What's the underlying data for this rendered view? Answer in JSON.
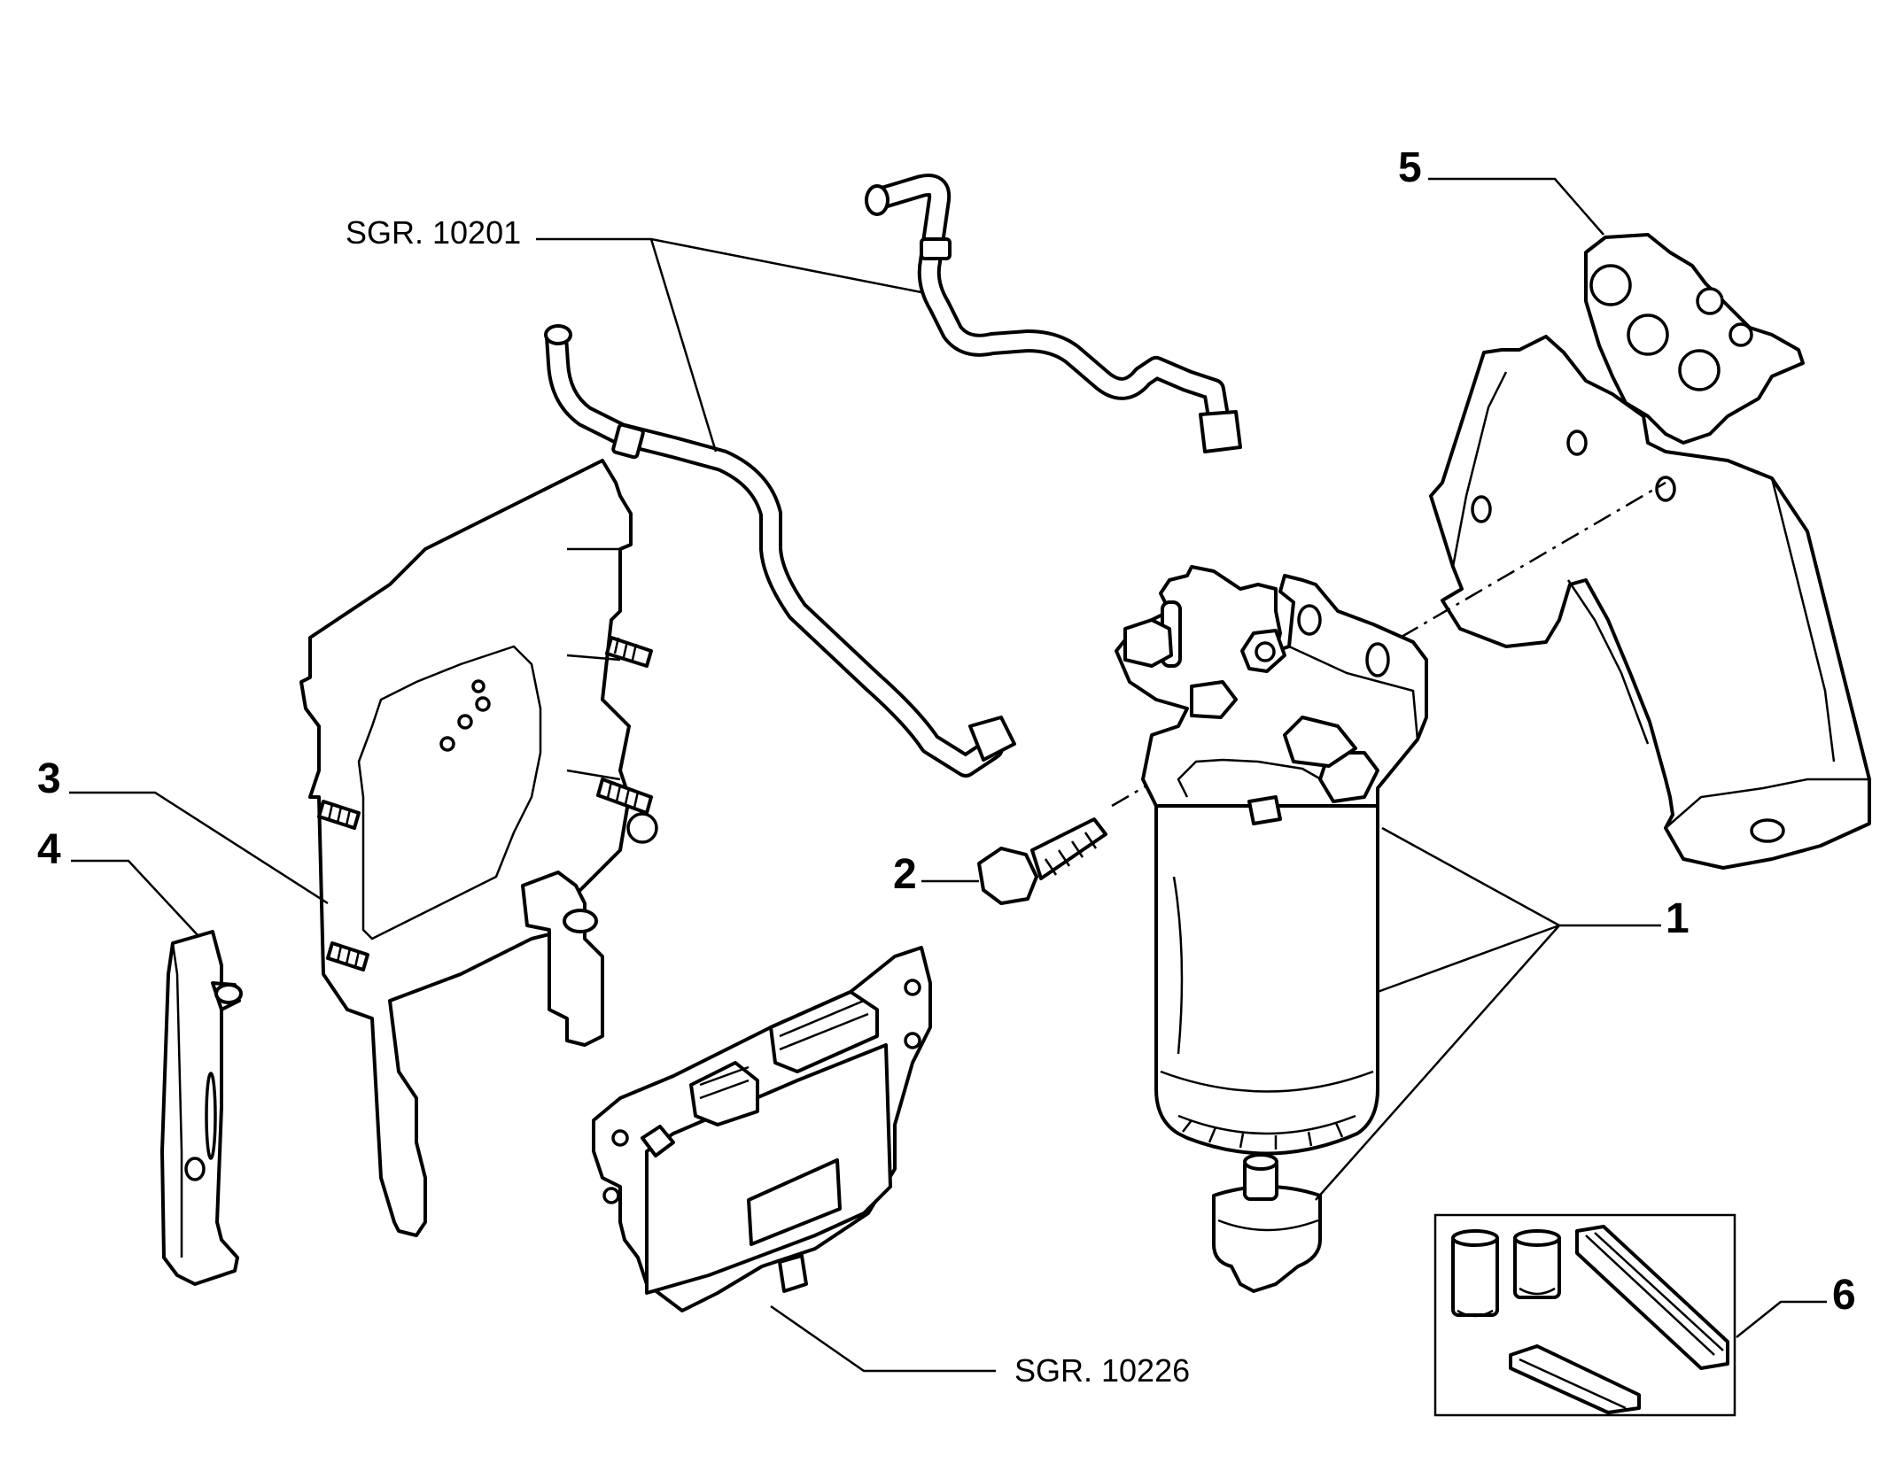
{
  "callouts": {
    "part_1": "1",
    "part_2": "2",
    "part_3": "3",
    "part_4": "4",
    "part_5": "5",
    "part_6": "6",
    "sgr_pipes": "SGR. 10201",
    "sgr_ecu": "SGR. 10226"
  },
  "colors": {
    "line": "#000000",
    "background": "#ffffff"
  }
}
